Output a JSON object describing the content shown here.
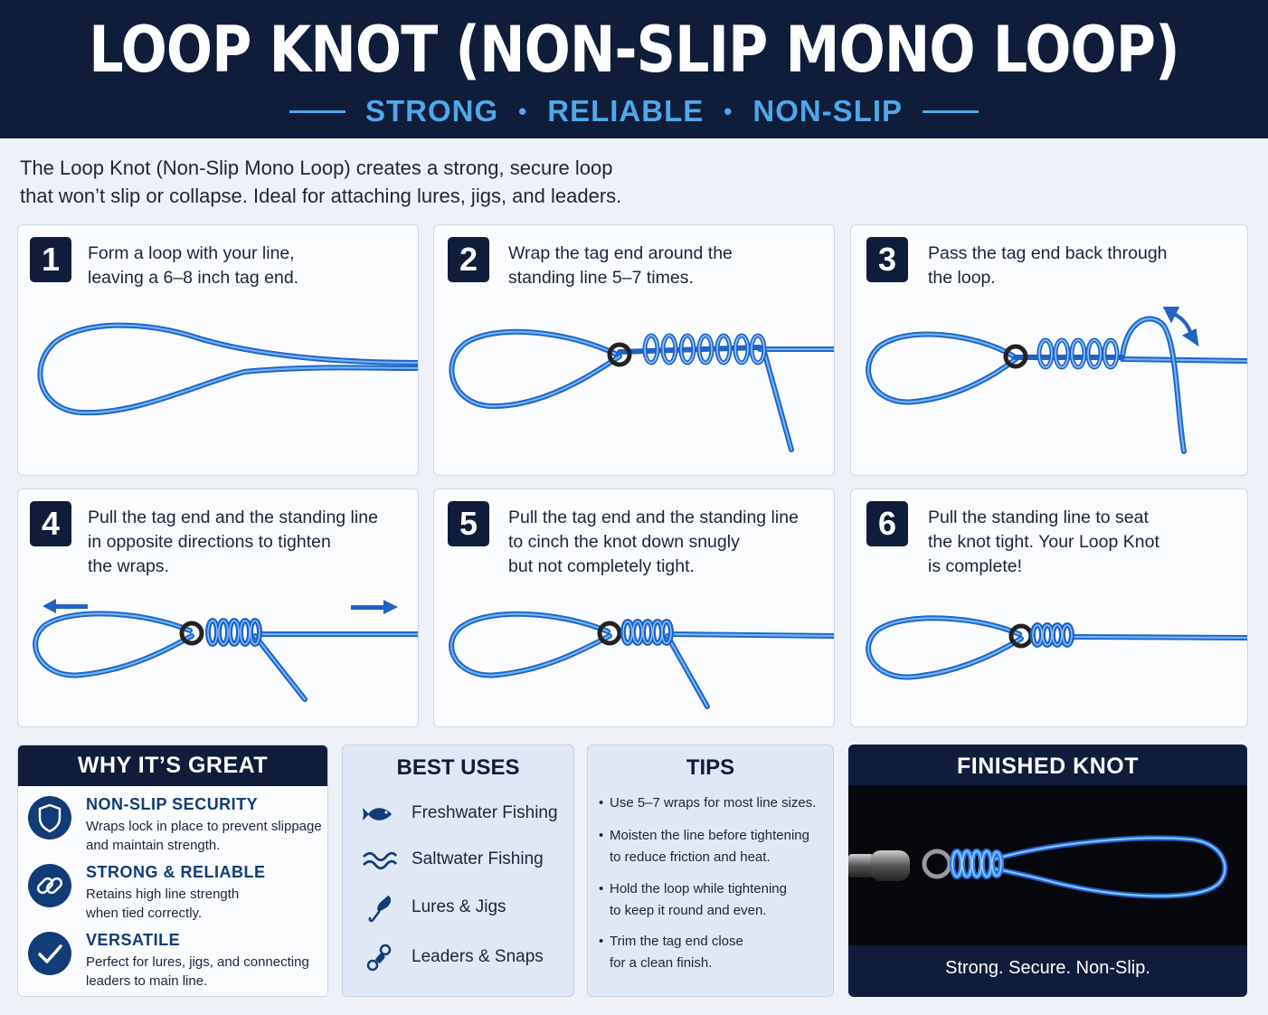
{
  "header": {
    "title": "LOOP KNOT (NON-SLIP MONO LOOP)",
    "tagline": [
      "STRONG",
      "RELIABLE",
      "NON-SLIP"
    ],
    "separator": "•"
  },
  "intro": {
    "line1": "The Loop Knot (Non-Slip Mono Loop) creates a strong, secure loop",
    "line2": "that won’t slip or collapse. Ideal for attaching lures, jigs, and leaders."
  },
  "steps": [
    {
      "number": "1",
      "lines": [
        "Form a loop with your line,",
        "leaving a 6–8 inch tag end."
      ]
    },
    {
      "number": "2",
      "lines": [
        "Wrap the tag end around the",
        "standing line 5–7 times."
      ]
    },
    {
      "number": "3",
      "lines": [
        "Pass the tag end back through",
        "the loop."
      ]
    },
    {
      "number": "4",
      "lines": [
        "Pull the tag end and the standing line",
        "in opposite directions to tighten",
        "the wraps."
      ]
    },
    {
      "number": "5",
      "lines": [
        "Pull the tag end and the standing line",
        "to cinch the knot down snugly",
        "but not completely tight."
      ]
    },
    {
      "number": "6",
      "lines": [
        "Pull the standing line to seat",
        "the knot tight. Your Loop Knot",
        "is complete!"
      ]
    }
  ],
  "why": {
    "heading": "WHY IT’S GREAT",
    "items": [
      {
        "icon": "shield-icon",
        "title": "NON-SLIP SECURITY",
        "desc": "Wraps lock in place to prevent slippage and maintain strength."
      },
      {
        "icon": "link-icon",
        "title": "STRONG & RELIABLE",
        "desc": "Retains high line strength when tied correctly."
      },
      {
        "icon": "check-icon",
        "title": "VERSATILE",
        "desc": "Perfect for lures, jigs, and connecting leaders to main line."
      }
    ]
  },
  "uses": {
    "heading": "BEST USES",
    "items": [
      {
        "icon": "fish-icon",
        "label": "Freshwater Fishing"
      },
      {
        "icon": "wave-icon",
        "label": "Saltwater Fishing"
      },
      {
        "icon": "jig-icon",
        "label": "Lures & Jigs"
      },
      {
        "icon": "snap-icon",
        "label": "Leaders & Snaps"
      }
    ]
  },
  "tips": {
    "heading": "TIPS",
    "items": [
      [
        "Use 5–7 wraps for most line sizes."
      ],
      [
        "Moisten the line before tightening",
        "to reduce friction and heat."
      ],
      [
        "Hold the loop while tightening",
        "to keep it round and even."
      ],
      [
        "Trim the tag end close",
        "for a clean finish."
      ]
    ]
  },
  "finished": {
    "heading": "FINISHED KNOT",
    "caption": "Strong. Secure. Non-Slip."
  },
  "colors": {
    "navy": "#0f1d3a",
    "accent": "#4fa8ea",
    "line": "#2f7fe0",
    "line_highlight": "#a9d4ff",
    "panel_blue": "#dfe8f4"
  }
}
